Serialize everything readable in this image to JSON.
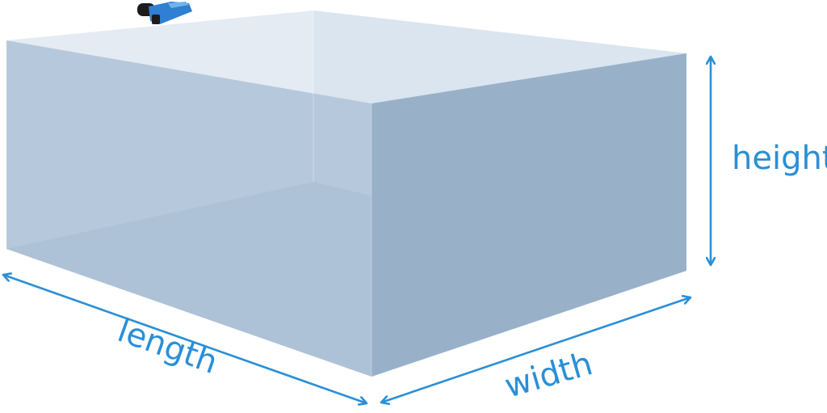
{
  "labels": {
    "height": "height",
    "length": "length",
    "width": "width"
  },
  "colors": {
    "arrow": "#2a8fd6",
    "label": "#2a8fd6",
    "top_face": "#e4ebf3",
    "back_wall": "#dbe5ef",
    "front_face": "#b6c8dc",
    "side_face": "#98b1c9",
    "floor_tint": "#93aec8",
    "device_body": "#2f7fd3",
    "device_dark": "#1c1c1c"
  },
  "icons": {
    "device": "underwater-sonar-device-icon"
  }
}
